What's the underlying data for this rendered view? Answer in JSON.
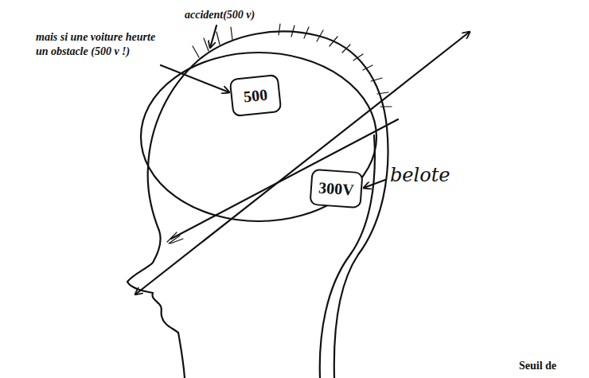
{
  "diagram": {
    "nodes": [
      {
        "text": [
          "500"
        ]
      },
      {
        "text": [
          "300V"
        ]
      }
    ],
    "labels": [
      "mais si une voiture heurte un obstacle (500 v !)",
      "accident(500 v)",
      "belote",
      "Seuil de"
    ]
  }
}
